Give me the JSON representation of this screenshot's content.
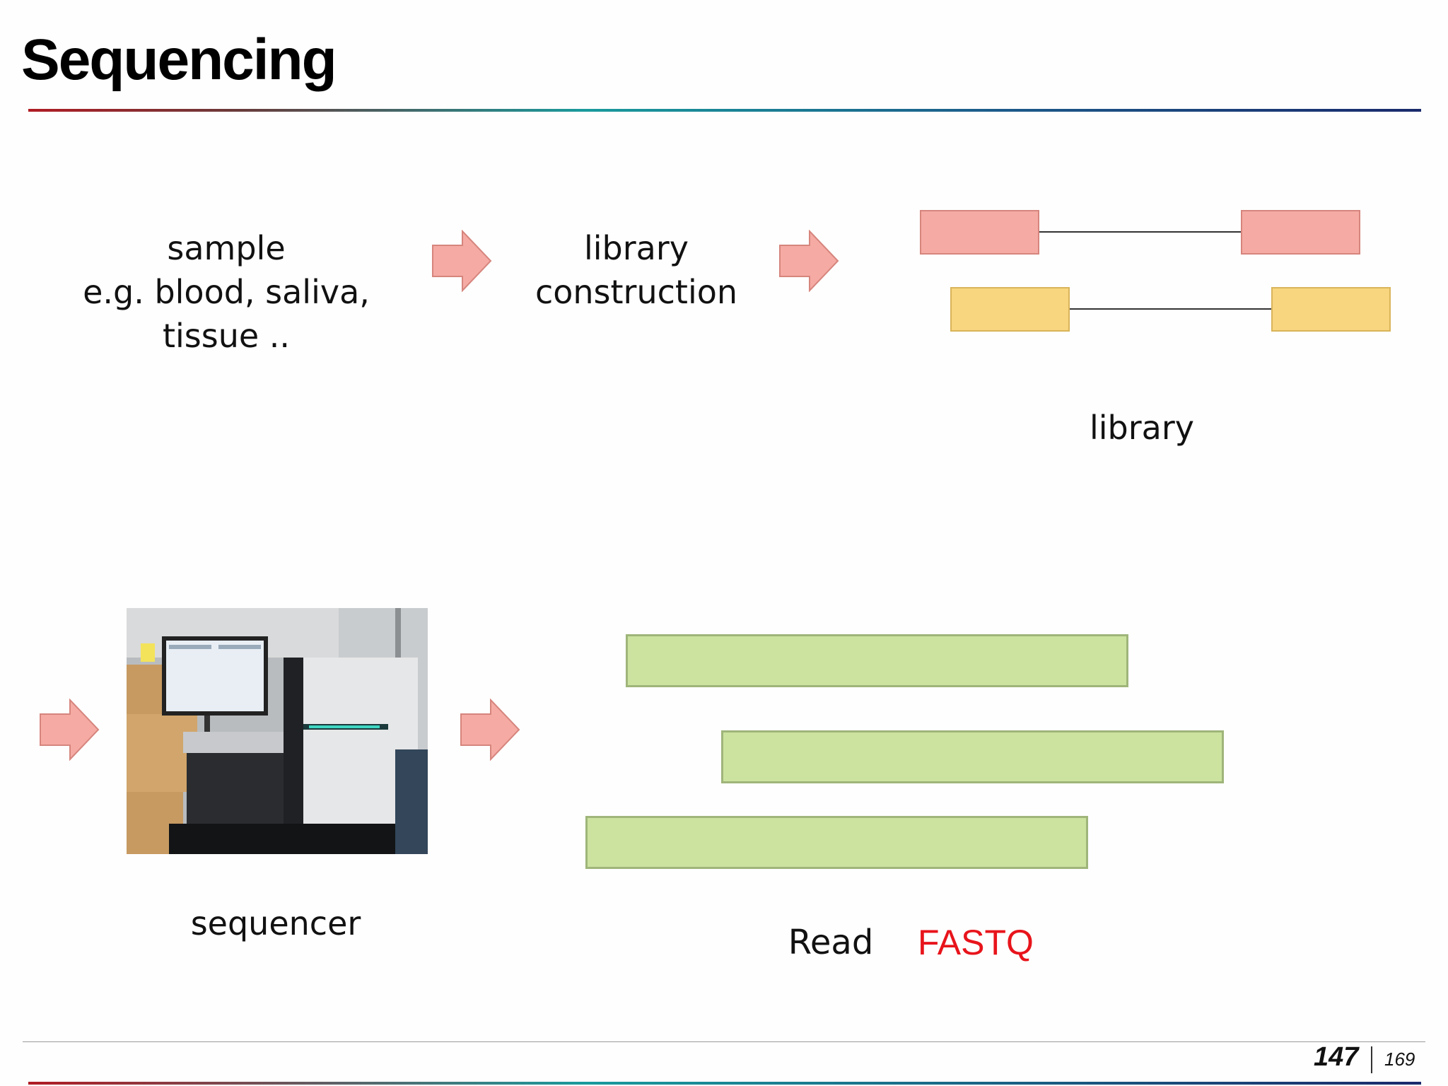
{
  "slide": {
    "title": "Sequencing",
    "page_current": "147",
    "page_total": "169"
  },
  "steps": {
    "sample_line1": "sample",
    "sample_line2": "e.g. blood, saliva,",
    "sample_line3": "tissue ..",
    "library_construction_line1": "library",
    "library_construction_line2": "construction",
    "library_label": "library",
    "sequencer_label": "sequencer",
    "read_label": "Read",
    "fastq_label": "FASTQ"
  },
  "colors": {
    "arrow_fill": "#f5aba4",
    "arrow_stroke": "#d6857d",
    "fragment_pink": "#f5aba4",
    "fragment_yellow": "#f8d57f",
    "read_green": "#cce3a0",
    "fastq_red": "#e8141b"
  }
}
